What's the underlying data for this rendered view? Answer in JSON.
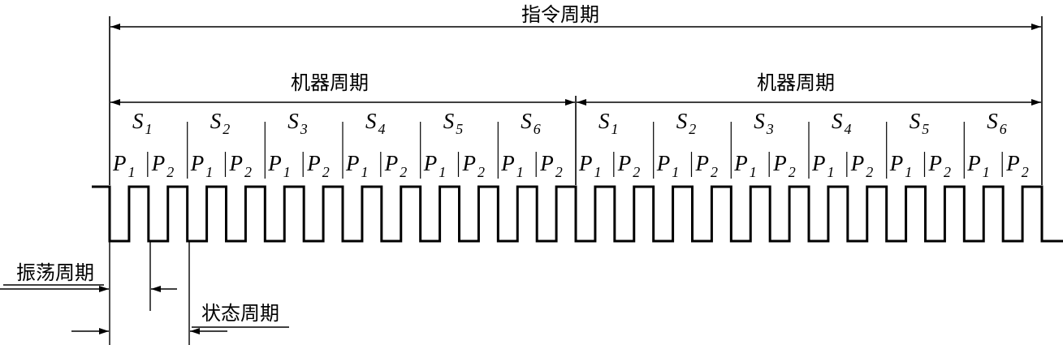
{
  "labels": {
    "instruction_cycle": "指令周期",
    "machine_cycle": "机器周期",
    "oscillation_cycle": "振荡周期",
    "state_cycle": "状态周期"
  },
  "state_letter": "S",
  "phase_letter": "P",
  "machine_cycles": [
    {
      "label": "机器周期",
      "states": [
        "1",
        "2",
        "3",
        "4",
        "5",
        "6"
      ]
    },
    {
      "label": "机器周期",
      "states": [
        "1",
        "2",
        "3",
        "4",
        "5",
        "6"
      ]
    }
  ],
  "phase_subscripts": [
    "1",
    "2"
  ],
  "clock_pulses": 24
}
